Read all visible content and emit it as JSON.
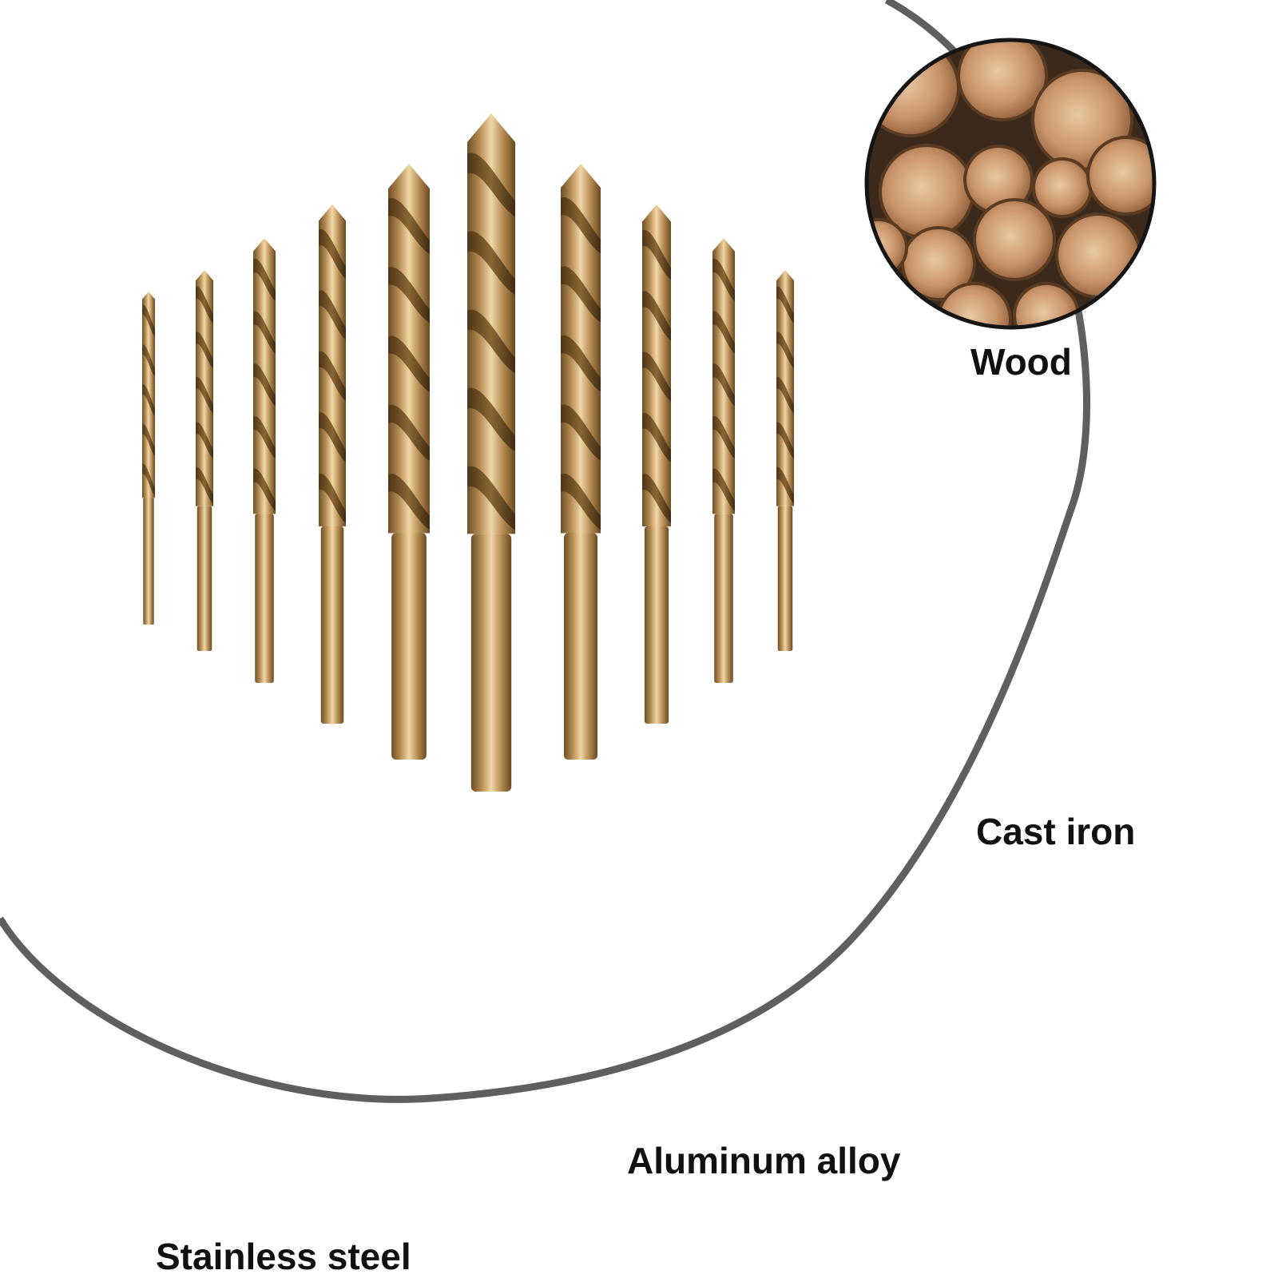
{
  "product": {
    "drill_bits": [
      {
        "size_rank": 1
      },
      {
        "size_rank": 3
      },
      {
        "size_rank": 4
      },
      {
        "size_rank": 5
      },
      {
        "size_rank": 7
      },
      {
        "size_rank": 9
      },
      {
        "size_rank": 7
      },
      {
        "size_rank": 5
      },
      {
        "size_rank": 4
      },
      {
        "size_rank": 3
      }
    ],
    "finish_color": "#b38a52"
  },
  "connector": {
    "color": "#5f5f5f"
  },
  "materials": [
    {
      "id": "wood",
      "label": "Wood",
      "icon": "wood-logs-icon"
    },
    {
      "id": "cast-iron",
      "label": "Cast iron",
      "icon": "steel-i-beams-icon"
    },
    {
      "id": "aluminum-alloy",
      "label": "Aluminum alloy",
      "icon": "aluminum-rods-icon"
    },
    {
      "id": "stainless-steel",
      "label": "Stainless steel",
      "icon": "stainless-tubes-icon"
    }
  ]
}
